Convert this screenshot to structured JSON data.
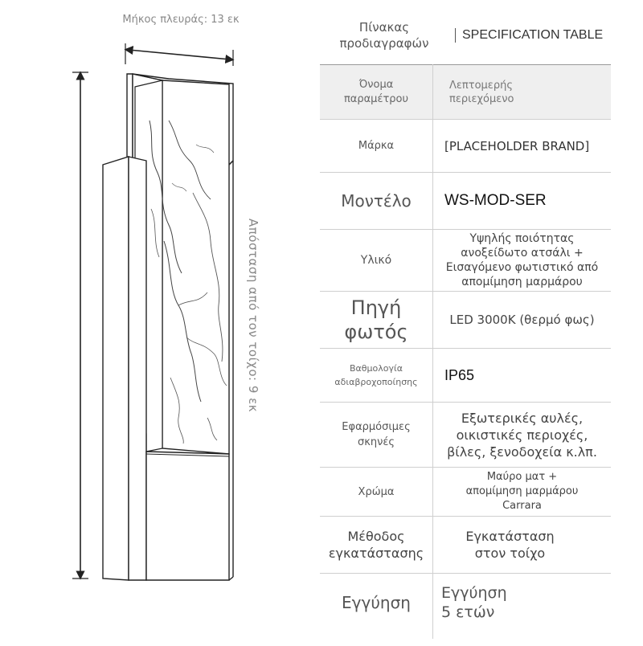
{
  "dimensions": {
    "side_length_label": "Μήκος πλευράς: 13 εκ",
    "wall_distance_label": "Απόσταση από τον τοίχο: 9 εκ"
  },
  "table": {
    "title_gr": "Πίνακας προδιαγραφών",
    "title_en": "SPECIFICATION TABLE",
    "col_param": "Όνομα παραμέτρου",
    "col_detail": "Λεπτομερής περιεχόμενο",
    "rows": [
      {
        "label": "Μάρκα",
        "value": "[PLACEHOLDER BRAND]"
      },
      {
        "label": "Μοντέλο",
        "value": "WS-MOD-SER"
      },
      {
        "label": "Υλικό",
        "value": "Υψηλής ποιότητας ανοξείδωτο ατσάλι + Εισαγόμενο φωτιστικό από απομίμηση μαρμάρου"
      },
      {
        "label": "Πηγή φωτός",
        "value": "LED 3000K (θερμό φως)"
      },
      {
        "label": "Βαθμολογία αδιαβροχοποίησης",
        "value": "IP65"
      },
      {
        "label": "Εφαρμόσιμες σκηνές",
        "value": "Εξωτερικές αυλές, οικιστικές περιοχές, βίλες, ξενοδοχεία κ.λπ."
      },
      {
        "label": "Χρώμα",
        "value": "Μαύρο ματ + απομίμηση μαρμάρου Carrara"
      },
      {
        "label": "Μέθοδος εγκατάστασης",
        "value": "Εγκατάσταση στον τοίχο"
      },
      {
        "label": "Εγγύηση",
        "value": "Εγγύηση 5 ετών"
      }
    ]
  }
}
